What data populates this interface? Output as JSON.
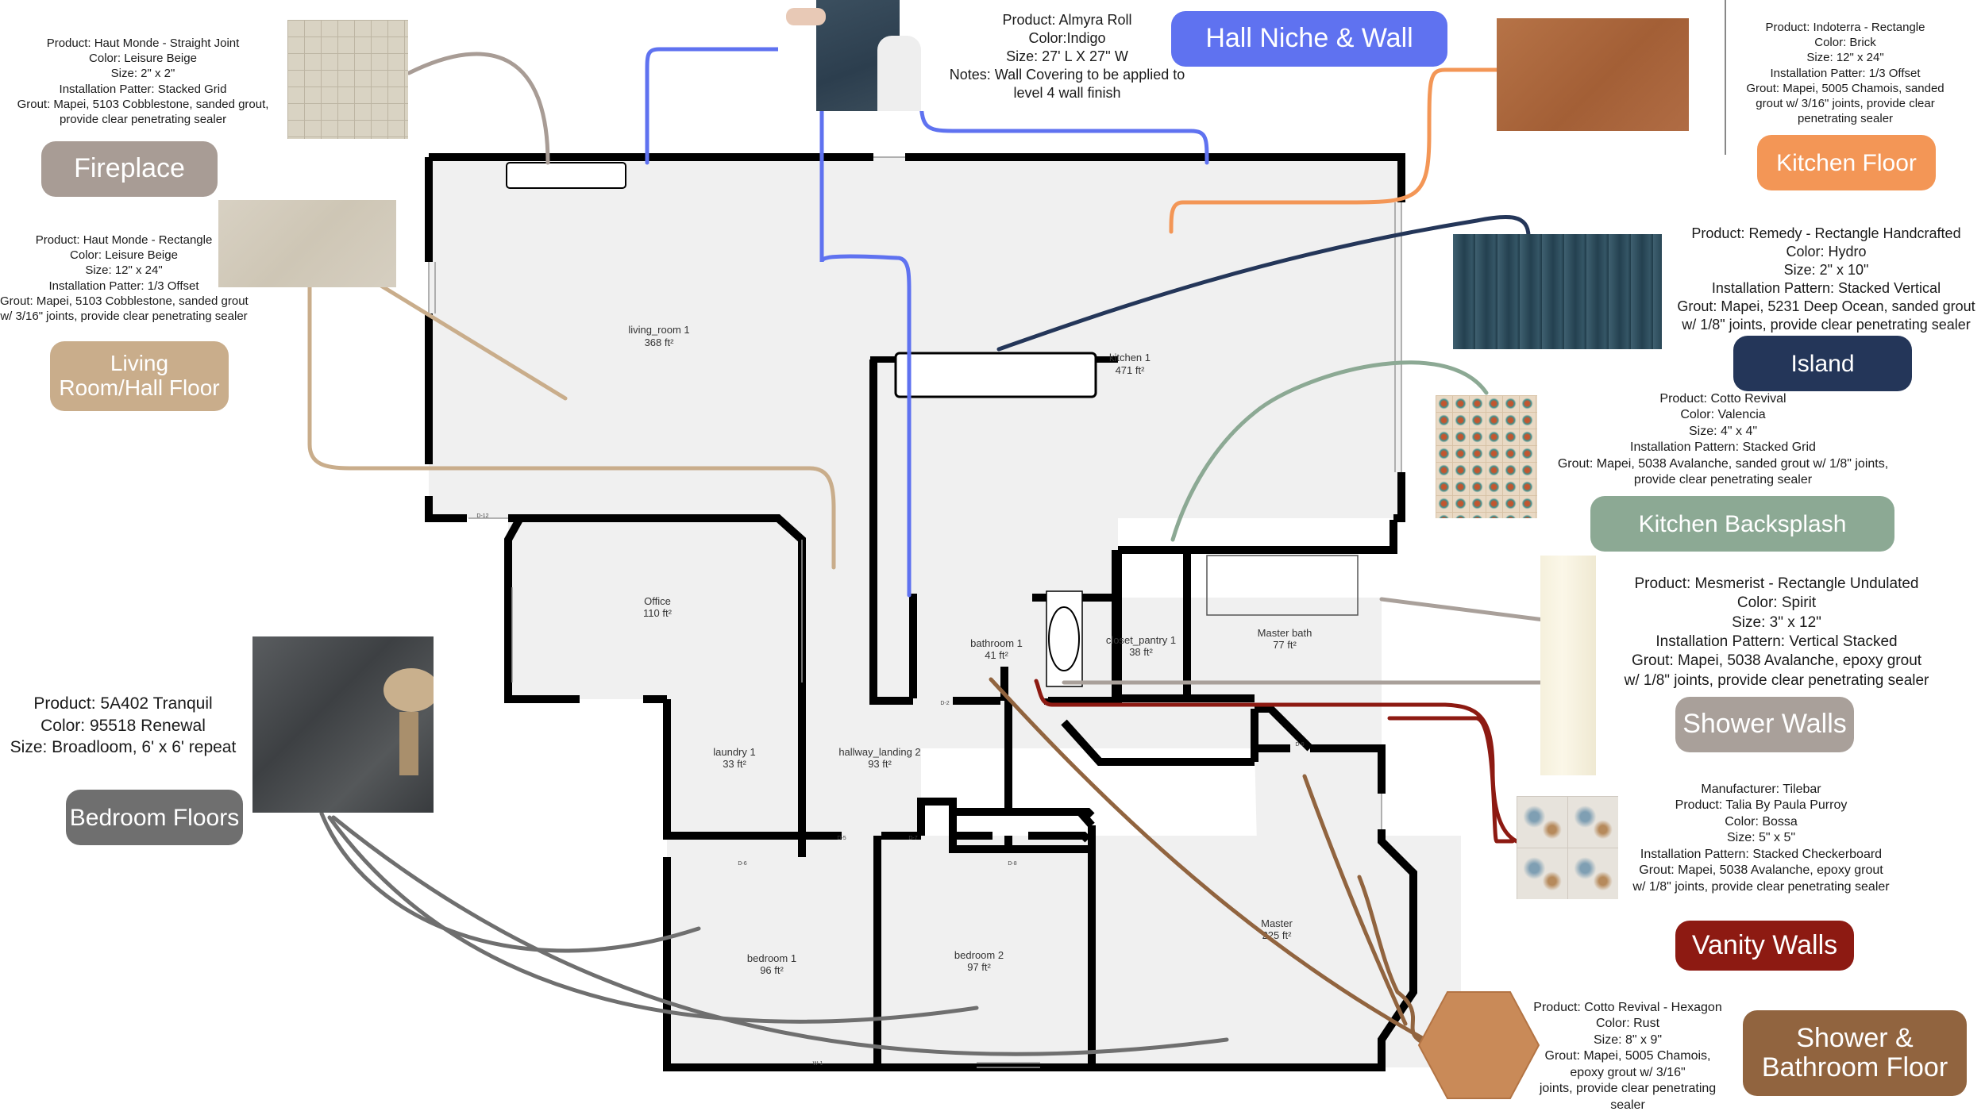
{
  "callouts": {
    "fireplace": {
      "label": "Fireplace",
      "color": "#a89c95",
      "spec": [
        "Product: Haut Monde - Straight Joint",
        "Color: Leisure Beige",
        "Size: 2\" x 2\"",
        "Installation Patter: Stacked Grid",
        "Grout: Mapei, 5103 Cobblestone, sanded grout,",
        "provide clear penetrating sealer"
      ]
    },
    "living_floor": {
      "label": "Living\nRoom/Hall Floor",
      "color": "#c9ad8b",
      "spec": [
        "Product: Haut Monde - Rectangle",
        "Color: Leisure Beige",
        "Size: 12\" x 24\"",
        "Installation Patter: 1/3 Offset",
        "Grout: Mapei, 5103 Cobblestone, sanded grout",
        "w/ 3/16\" joints, provide clear penetrating sealer"
      ]
    },
    "hall_niche": {
      "label": "Hall Niche & Wall",
      "color": "#5f72f0",
      "spec": [
        "Product: Almyra  Roll",
        "Color:Indigo",
        "Size: 27' L X 27'' W",
        "Notes: Wall Covering to be applied to",
        "level 4 wall finish"
      ]
    },
    "kitchen_floor": {
      "label": "Kitchen Floor",
      "color": "#f39656",
      "spec": [
        "Product: Indoterra - Rectangle",
        "Color: Brick",
        "Size: 12\" x 24\"",
        "Installation Patter: 1/3 Offset",
        "Grout: Mapei, 5005 Chamois, sanded",
        "grout w/ 3/16\" joints, provide clear",
        "penetrating sealer"
      ]
    },
    "island": {
      "label": "Island",
      "color": "#243659",
      "spec": [
        "Product: Remedy - Rectangle Handcrafted",
        "Color: Hydro",
        "Size: 2\" x 10\"",
        "Installation Pattern: Stacked Vertical",
        "Grout: Mapei, 5231 Deep Ocean, sanded grout",
        "w/ 1/8\" joints, provide clear penetrating sealer"
      ]
    },
    "backsplash": {
      "label": "Kitchen Backsplash",
      "color": "#8ca994",
      "spec": [
        "Product: Cotto Revival",
        "Color: Valencia",
        "Size: 4\" x 4\"",
        "Installation Pattern: Stacked Grid",
        "Grout: Mapei, 5038 Avalanche, sanded grout w/ 1/8\" joints,",
        "provide clear penetrating sealer"
      ]
    },
    "shower_walls": {
      "label": "Shower Walls",
      "color": "#a9a09a",
      "spec": [
        "Product: Mesmerist - Rectangle Undulated",
        "Color: Spirit",
        "Size: 3\" x 12\"",
        "Installation Pattern: Vertical Stacked",
        "Grout: Mapei, 5038 Avalanche, epoxy grout",
        "w/ 1/8\" joints, provide clear penetrating sealer"
      ]
    },
    "bedroom_floors": {
      "label": "Bedroom Floors",
      "color": "#6f6f6f",
      "spec": [
        "Product: 5A402 Tranquil",
        "Color: 95518 Renewal",
        "Size: Broadloom, 6' x 6' repeat"
      ]
    },
    "vanity_walls": {
      "label": "Vanity Walls",
      "color": "#8d1a12",
      "spec": [
        "Manufacturer: Tilebar",
        "Product: Talia By Paula Purroy",
        "Color: Bossa",
        "Size: 5\" x 5\"",
        "Installation Pattern: Stacked Checkerboard",
        "Grout: Mapei, 5038 Avalanche, epoxy grout",
        "w/ 1/8\" joints, provide clear penetrating sealer"
      ]
    },
    "shower_floor": {
      "label": "Shower &\nBathroom Floor",
      "color": "#91643f",
      "spec": [
        "Product: Cotto Revival - Hexagon",
        "Color: Rust",
        "Size: 8\" x 9\"",
        "Grout: Mapei, 5005 Chamois,",
        "epoxy grout w/ 3/16\"",
        "joints, provide clear penetrating",
        "sealer"
      ]
    }
  },
  "plan": {
    "rooms": [
      {
        "name": "living_room 1",
        "area": "368 ft²"
      },
      {
        "name": "kitchen 1",
        "area": "471 ft²"
      },
      {
        "name": "Office",
        "area": "110 ft²"
      },
      {
        "name": "bathroom 1",
        "area": "41 ft²"
      },
      {
        "name": "closet_pantry 1",
        "area": "38 ft²"
      },
      {
        "name": "Master bath",
        "area": "77 ft²"
      },
      {
        "name": "laundry 1",
        "area": "33 ft²"
      },
      {
        "name": "hallway_landing 2",
        "area": "93 ft²"
      },
      {
        "name": "bedroom 1",
        "area": "96 ft²"
      },
      {
        "name": "bedroom 2",
        "area": "97 ft²"
      },
      {
        "name": "Master",
        "area": "225 ft²"
      }
    ],
    "door_tags": [
      "D-12",
      "D-2",
      "D-5",
      "D-7",
      "D-6",
      "D-8",
      "D-9",
      "W-1"
    ]
  }
}
